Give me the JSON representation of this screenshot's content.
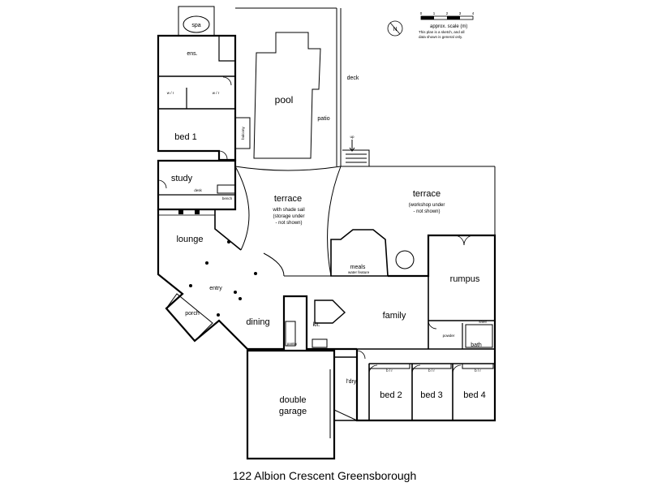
{
  "title": "122 Albion Crescent Greensborough",
  "rooms": {
    "spa": "spa",
    "ensuite": "ens.",
    "wir1": "w / r",
    "wir2": "w / r",
    "bed1": "bed 1",
    "balcony": "balcony",
    "pool": "pool",
    "patio": "patio",
    "deck": "deck",
    "study": "study",
    "desk": "desk",
    "bench": "bench",
    "terrace1": "terrace",
    "terrace1_note1": "with shade sail",
    "terrace1_note2": "(storage under",
    "terrace1_note3": "- not shown)",
    "terrace2": "terrace",
    "terrace2_note1": "(workshop under",
    "terrace2_note2": "- not shown)",
    "lounge": "lounge",
    "entry": "entry",
    "porch": "porch",
    "dining": "dining",
    "kit": "kit.",
    "pantry": "pantry",
    "meals": "meals",
    "water_feature": "water feature",
    "family": "family",
    "rumpus": "rumpus",
    "powder": "powder",
    "bath": "bath",
    "ldry": "l'dry",
    "bed2": "bed 2",
    "bed3": "bed 3",
    "bed4": "bed 4",
    "double": "double",
    "garage": "garage",
    "robe": "b / r",
    "up": "up",
    "shelf": "shelf"
  },
  "scale": {
    "ticks": [
      "0",
      "1",
      "2",
      "3",
      "4"
    ],
    "label": "approx. scale (m)",
    "disclaimer1": "This plan is a sketch, and all",
    "disclaimer2": "data shown is general only."
  },
  "compass": {
    "label": "N"
  }
}
